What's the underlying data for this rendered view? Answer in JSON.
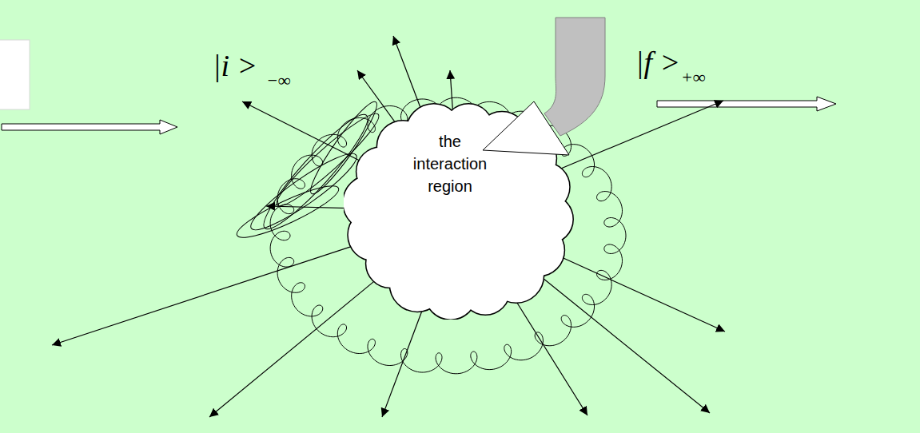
{
  "diagram": {
    "nodes": [
      {
        "text": [
          "the interaction region"
        ]
      }
    ],
    "labels": [
      "|i >",
      "−∞",
      "|f >",
      "+∞"
    ]
  }
}
